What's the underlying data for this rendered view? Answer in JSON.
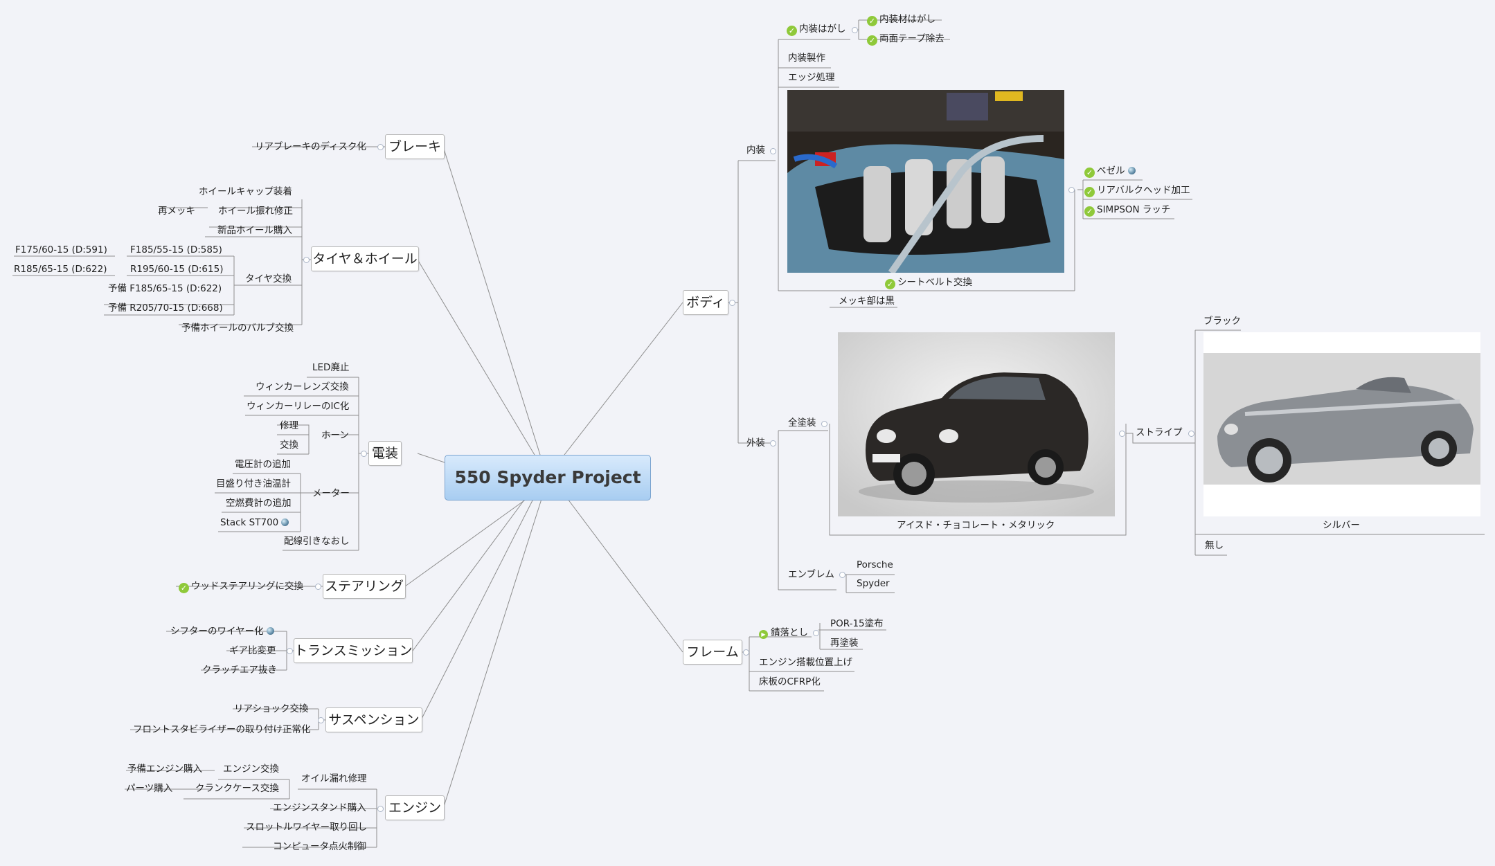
{
  "central": "550 Spyder Project",
  "topics": {
    "brake": "ブレーキ",
    "tire": "タイヤ＆ホイール",
    "electric": "電装",
    "steering": "ステアリング",
    "transmission": "トランスミッション",
    "suspension": "サスペンション",
    "engine": "エンジン",
    "body": "ボディ",
    "frame": "フレーム"
  },
  "brake": {
    "items": [
      "リアブレーキのディスク化"
    ]
  },
  "tire": {
    "wheel_cap": "ホイールキャップ装着",
    "remekki": "再メッキ",
    "wheel_fix": "ホイール振れ修正",
    "new_wheel": "新品ホイール購入",
    "tire_change": "タイヤ交換",
    "f_old": "F175/60-15 (D:591)",
    "f_new": "F185/55-15 (D:585)",
    "r_old": "R185/65-15 (D:622)",
    "r_new": "R195/60-15 (D:615)",
    "spare_f": "予備 F185/65-15 (D:622)",
    "spare_r": "予備 R205/70-15 (D:668)",
    "spare_valve": "予備ホイールのバルブ交換"
  },
  "electric": {
    "led": "LED廃止",
    "winker_lens": "ウィンカーレンズ交換",
    "winker_relay": "ウィンカーリレーのIC化",
    "horn": "ホーン",
    "horn_repair": "修理",
    "horn_change": "交換",
    "meter": "メーター",
    "volt": "電圧計の追加",
    "oil_temp": "目盛り付き油温計",
    "afr": "空燃費計の追加",
    "stack": "Stack ST700",
    "wiring": "配線引きなおし"
  },
  "steering": {
    "wood": "ウッドステアリングに交換"
  },
  "transmission": {
    "shifter": "シフターのワイヤー化",
    "gear": "ギア比変更",
    "clutch": "クラッチエア抜き"
  },
  "suspension": {
    "rear_shock": "リアショック交換",
    "front_stab": "フロントスタビライザーの取り付け正常化"
  },
  "engine": {
    "oil_leak": "オイル漏れ修理",
    "engine_swap": "エンジン交換",
    "spare_engine": "予備エンジン購入",
    "crankcase": "クランクケース交換",
    "parts": "パーツ購入",
    "stand": "エンジンスタンド購入",
    "throttle": "スロットルワイヤー取り回し",
    "ignition": "コンピュータ点火制御"
  },
  "body": {
    "interior": "内装",
    "strip": "内装はがし",
    "strip_material": "内装材はがし",
    "tape": "両面テープ除去",
    "making": "内装製作",
    "edge": "エッジ処理",
    "seatbelt": "シートベルト交換",
    "bezel": "ベゼル",
    "bulkhead": "リアバルクヘッド加工",
    "simpson": "SIMPSON ラッチ",
    "exterior": "外装",
    "paint": "全塗装",
    "chrome": "メッキ部は黒",
    "color_caption": "アイスド・チョコレート・メタリック",
    "stripe": "ストライプ",
    "black": "ブラック",
    "silver": "シルバー",
    "none": "無し",
    "emblem": "エンブレム",
    "porsche": "Porsche",
    "spyder": "Spyder"
  },
  "frame": {
    "rust": "錆落とし",
    "por15": "POR-15塗布",
    "repaint": "再塗装",
    "engine_pos": "エンジン搭載位置上げ",
    "cfrp": "床板のCFRP化"
  }
}
